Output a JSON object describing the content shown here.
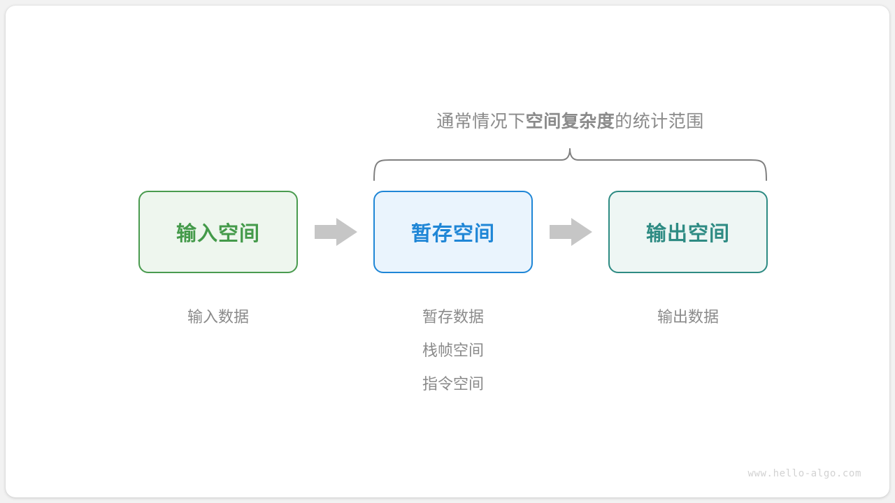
{
  "diagram": {
    "type": "flow",
    "brace": {
      "caption_prefix": "通常情况下",
      "caption_emphasis": "空间复杂度",
      "caption_suffix": "的统计范围",
      "caption_full": "通常情况下空间复杂度的统计范围",
      "spans_nodes": [
        "暂存空间",
        "输出空间"
      ],
      "color": "#808080"
    },
    "nodes": [
      {
        "id": "input",
        "label": "输入空间",
        "fill": "#eef6ee",
        "border": "#4a9b4f",
        "text_color": "#449a4a",
        "captions": [
          "输入数据"
        ]
      },
      {
        "id": "buffer",
        "label": "暂存空间",
        "fill": "#eaf4fd",
        "border": "#1f86d6",
        "text_color": "#1f86d6",
        "captions": [
          "暂存数据",
          "栈帧空间",
          "指令空间"
        ]
      },
      {
        "id": "output",
        "label": "输出空间",
        "fill": "#eef6f4",
        "border": "#2e8b83",
        "text_color": "#2e8b83",
        "captions": [
          "输出数据"
        ]
      }
    ],
    "arrows": [
      {
        "id": "arrow-1",
        "from": "input",
        "to": "buffer",
        "color": "#c6c6c6"
      },
      {
        "id": "arrow-2",
        "from": "buffer",
        "to": "output",
        "color": "#c6c6c6"
      }
    ],
    "caption_color": "#8a8a8a"
  },
  "watermark": {
    "text": "www.hello-algo.com",
    "color": "#d2d2d2"
  }
}
